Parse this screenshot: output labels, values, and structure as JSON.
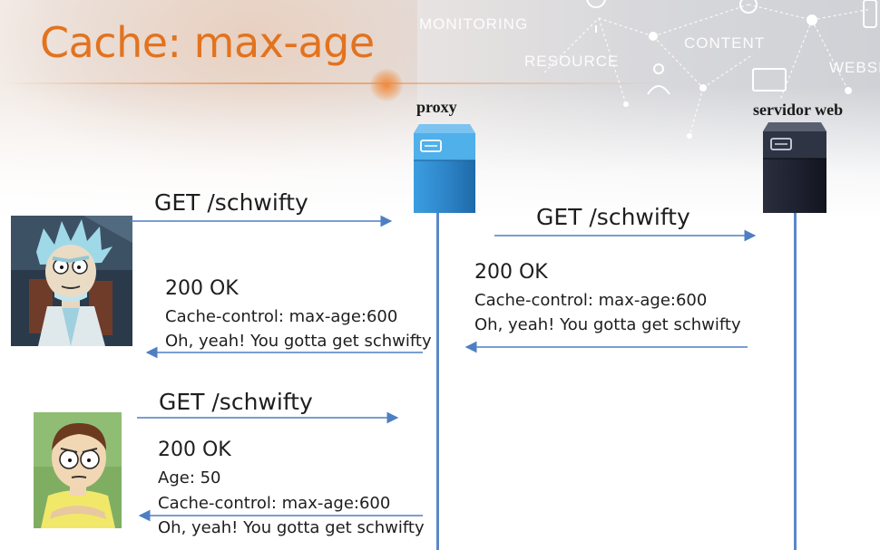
{
  "title": "Cache: max-age",
  "banner_words": [
    "MONITORING",
    "RESOURCE",
    "CONTENT",
    "WEBSI"
  ],
  "nodes": {
    "proxy": "proxy",
    "server": "servidor web"
  },
  "messages": {
    "req1": "GET /schwifty",
    "req2": "GET /schwifty",
    "resp2": {
      "status": "200 OK",
      "header": "Cache-control: max-age:600",
      "body": "Oh, yeah! You gotta get schwifty"
    },
    "resp1": {
      "status": "200 OK",
      "header": "Cache-control: max-age:600",
      "body": "Oh, yeah! You gotta get schwifty"
    },
    "req3": "GET /schwifty",
    "resp3": {
      "status": "200 OK",
      "age": "Age: 50",
      "header": "Cache-control: max-age:600",
      "body": "Oh, yeah! You gotta get schwifty"
    }
  },
  "icons": {
    "client1": "rick-avatar-icon",
    "client2": "morty-avatar-icon",
    "proxy": "proxy-server-icon",
    "server": "web-server-icon"
  },
  "colors": {
    "title": "#e2731f",
    "arrow": "#4f7fc2",
    "proxy_box": "#2e86c9",
    "server_box": "#1f2230"
  }
}
